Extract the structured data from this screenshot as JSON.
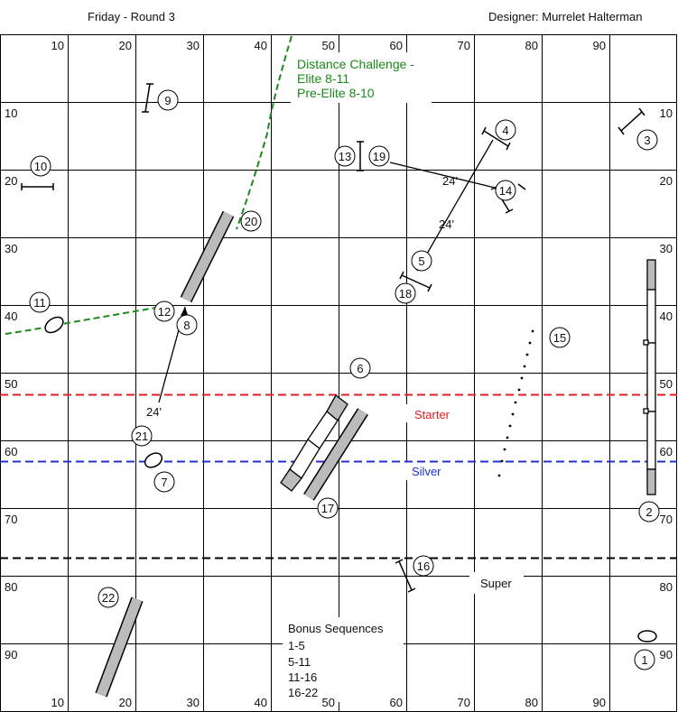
{
  "header": {
    "title": "Friday - Round 3",
    "designer": "Designer: Murrelet Halterman"
  },
  "grid": {
    "top_labels": [
      "10",
      "20",
      "30",
      "40",
      "50",
      "60",
      "70",
      "80",
      "90"
    ],
    "bottom_labels": [
      "10",
      "20",
      "30",
      "40",
      "50",
      "60",
      "70",
      "80",
      "90"
    ],
    "left_labels": [
      "10",
      "20",
      "30",
      "40",
      "50",
      "60",
      "70",
      "80",
      "90"
    ],
    "right_labels": [
      "10",
      "20",
      "30",
      "40",
      "50",
      "60",
      "70",
      "80",
      "90"
    ]
  },
  "notes": {
    "distance_challenge": [
      "Distance Challenge -",
      "Elite 8-11",
      "Pre-Elite 8-10"
    ],
    "bonus_sequences": [
      "Bonus Sequences",
      "1-5",
      "5-11",
      "11-16",
      "16-22"
    ]
  },
  "lines": {
    "starter": "Starter",
    "silver": "Silver",
    "super": "Super"
  },
  "distances": {
    "d1": "24'",
    "d2": "24'",
    "d3": "24'"
  },
  "obstacles": [
    "1",
    "2",
    "3",
    "4",
    "5",
    "6",
    "7",
    "8",
    "9",
    "10",
    "11",
    "12",
    "13",
    "14",
    "15",
    "16",
    "17",
    "18",
    "19",
    "20",
    "21",
    "22"
  ],
  "colors": {
    "grid": "#000000",
    "distance_challenge": "#1a8a1a",
    "starter": "#e02020",
    "silver": "#2030d0",
    "super": "#000000",
    "tunnel": "#bbbbbb"
  }
}
